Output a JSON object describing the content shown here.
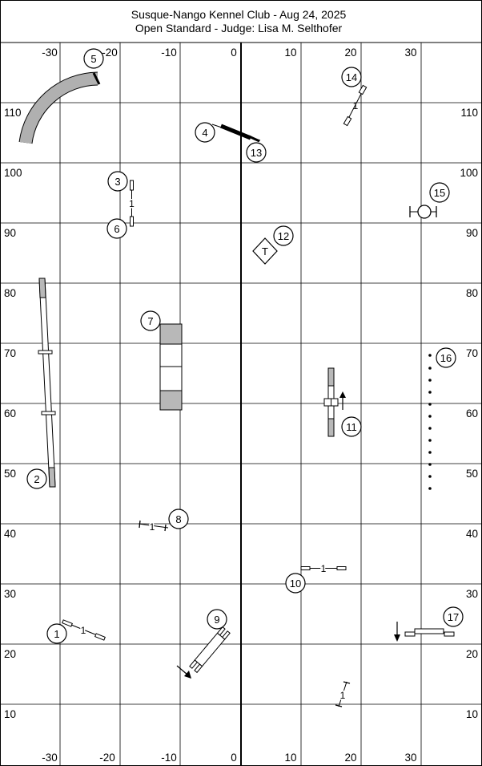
{
  "header": {
    "title": "Susque-Nango Kennel Club - Aug 24, 2025",
    "subtitle": "Open Standard - Judge: Lisa M. Selthofer"
  },
  "axes": {
    "x_top": [
      "-30",
      "-20",
      "-10",
      "0",
      "10",
      "20",
      "30"
    ],
    "x_bottom": [
      "-30",
      "-20",
      "-10",
      "0",
      "10",
      "20",
      "30"
    ],
    "y_left": [
      "110",
      "100",
      "90",
      "80",
      "70",
      "60",
      "50",
      "40",
      "30",
      "20",
      "10"
    ],
    "y_right": [
      "110",
      "100",
      "90",
      "80",
      "70",
      "60",
      "50",
      "40",
      "30",
      "20",
      "10"
    ]
  },
  "obstacles": {
    "n1": "1",
    "n2": "2",
    "n3": "3",
    "n4": "4",
    "n5": "5",
    "n6": "6",
    "n7": "7",
    "n8": "8",
    "n9": "9",
    "n10": "10",
    "n11": "11",
    "n12": "12",
    "n13": "13",
    "n14": "14",
    "n15": "15",
    "n16": "16",
    "n17": "17"
  },
  "marks": {
    "bar_height": "1",
    "table_letter": "T"
  },
  "colors": {
    "contact_zone": "#b8b8b8",
    "tunnel": "#b0b0b0",
    "weave_pole": "#000000",
    "grid": "#000000"
  }
}
